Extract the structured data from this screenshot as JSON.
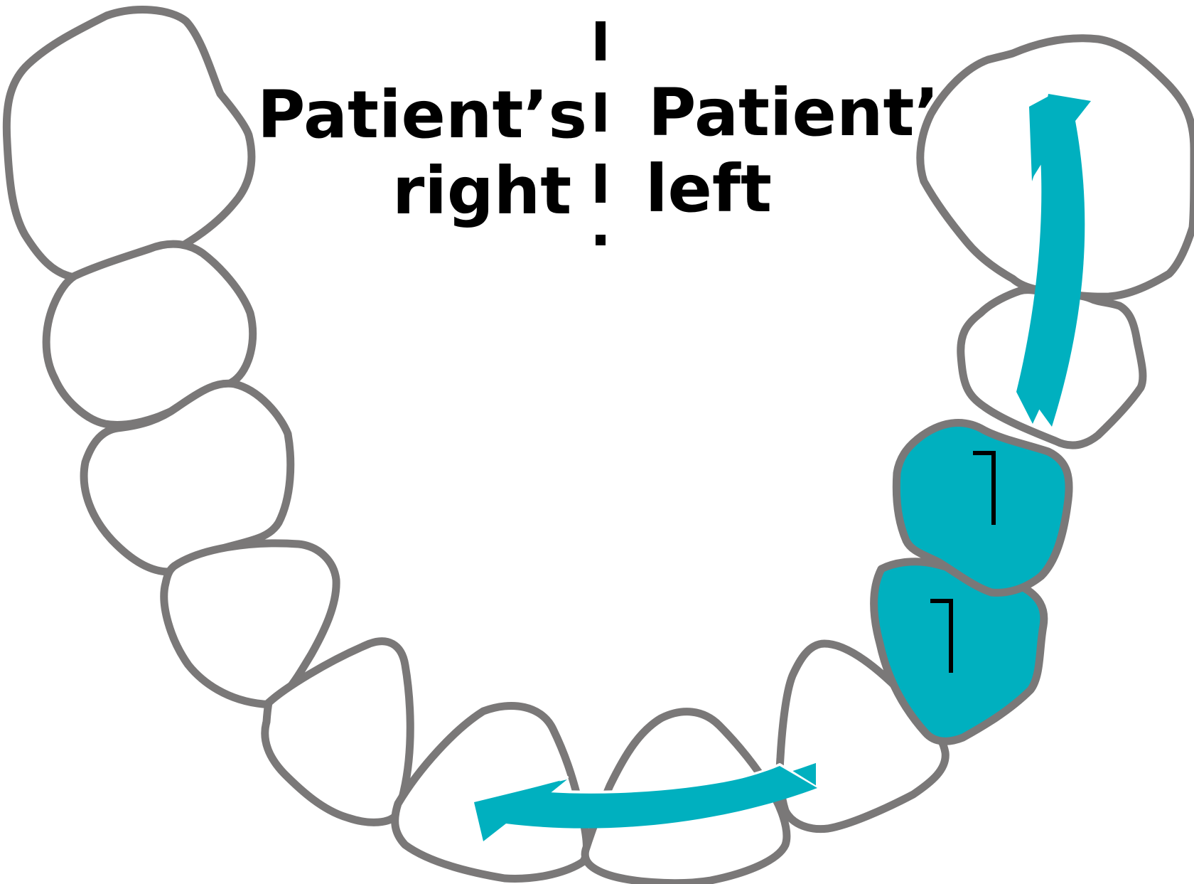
{
  "labels": {
    "patient_right_line1": "Patient’s",
    "patient_right_line2": "right",
    "patient_left_line1": "Patient’s",
    "patient_left_line2": "left"
  },
  "colors": {
    "outline": "#7a7878",
    "highlight": "#00b0bf",
    "tooth_fill": "#ffffff",
    "text": "#000000"
  },
  "teeth": [
    {
      "id": "right-molar-2",
      "highlighted": false
    },
    {
      "id": "right-molar-1",
      "highlighted": false
    },
    {
      "id": "right-premolar-2",
      "highlighted": false
    },
    {
      "id": "right-premolar-1",
      "highlighted": false
    },
    {
      "id": "right-canine",
      "highlighted": false
    },
    {
      "id": "right-lateral-incisor",
      "highlighted": false
    },
    {
      "id": "right-central-incisor",
      "highlighted": false
    },
    {
      "id": "left-central-incisor",
      "highlighted": false
    },
    {
      "id": "left-lateral-incisor",
      "highlighted": false
    },
    {
      "id": "left-canine",
      "highlighted": true
    },
    {
      "id": "left-premolar-1",
      "highlighted": true
    },
    {
      "id": "left-premolar-2",
      "highlighted": false
    },
    {
      "id": "left-molar-1",
      "highlighted": false
    }
  ],
  "arrows": [
    {
      "id": "mesial-shift-arrow",
      "direction": "toward patient's right"
    },
    {
      "id": "distal-molar-arrow",
      "direction": "upward along patient's left"
    }
  ]
}
